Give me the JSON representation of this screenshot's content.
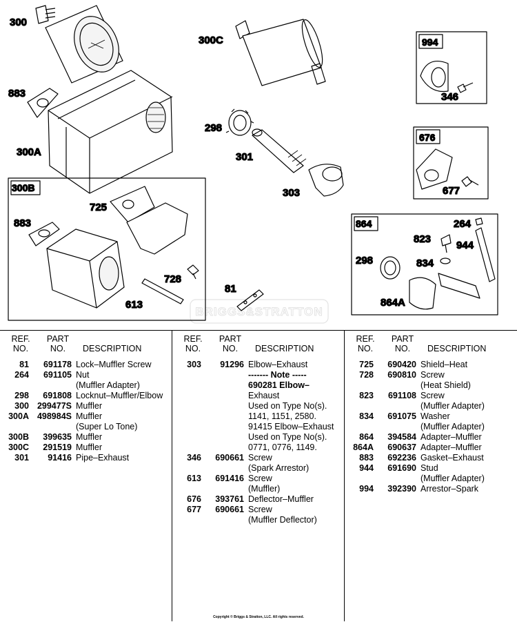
{
  "callouts": {
    "c300": "300",
    "c883a": "883",
    "c300A": "300A",
    "c300C": "300C",
    "c298": "298",
    "c301": "301",
    "c303": "303",
    "c994": "994",
    "c346": "346",
    "c676": "676",
    "c677": "677",
    "c300B": "300B",
    "c725": "725",
    "c883b": "883",
    "c728": "728",
    "c613": "613",
    "c81": "81",
    "c864": "864",
    "c264": "264",
    "c823": "823",
    "c944": "944",
    "c834": "834",
    "c298b": "298",
    "c864A": "864A"
  },
  "watermark": "BRIGGS&STRATTON",
  "table": {
    "header": {
      "ref": [
        "REF.",
        "NO."
      ],
      "part": [
        "PART",
        "NO."
      ],
      "desc": "DESCRIPTION"
    },
    "columns": [
      [
        {
          "ref": "81",
          "part": "691178",
          "desc": "Lock–Muffler Screw"
        },
        {
          "ref": "264",
          "part": "691105",
          "desc": "Nut"
        },
        {
          "ref": "",
          "part": "",
          "desc": "(Muffler Adapter)"
        },
        {
          "ref": "298",
          "part": "691808",
          "desc": "Locknut–Muffler/Elbow"
        },
        {
          "ref": "300",
          "part": "299477S",
          "desc": "Muffler"
        },
        {
          "ref": "300A",
          "part": "498984S",
          "desc": "Muffler"
        },
        {
          "ref": "",
          "part": "",
          "desc": "(Super Lo Tone)"
        },
        {
          "ref": "300B",
          "part": "399635",
          "desc": "Muffler"
        },
        {
          "ref": "300C",
          "part": "291519",
          "desc": "Muffler"
        },
        {
          "ref": "301",
          "part": "91416",
          "desc": "Pipe–Exhaust"
        }
      ],
      [
        {
          "ref": "303",
          "part": "91296",
          "desc": "Elbow–Exhaust"
        },
        {
          "ref": "",
          "part": "",
          "desc": "------- Note -----",
          "bold": true
        },
        {
          "ref": "",
          "part": "",
          "desc": "690281 Elbow–",
          "bold": true,
          "partial": "690281"
        },
        {
          "ref": "",
          "part": "",
          "desc": "Exhaust"
        },
        {
          "ref": "",
          "part": "",
          "desc": "Used on Type No(s)."
        },
        {
          "ref": "",
          "part": "",
          "desc": "1141, 1151, 2580."
        },
        {
          "ref": "",
          "part": "",
          "desc": "91415 Elbow–Exhaust",
          "partial": "91415"
        },
        {
          "ref": "",
          "part": "",
          "desc": "Used on Type No(s)."
        },
        {
          "ref": "",
          "part": "",
          "desc": "0771, 0776, 1149."
        },
        {
          "ref": "346",
          "part": "690661",
          "desc": "Screw"
        },
        {
          "ref": "",
          "part": "",
          "desc": "(Spark Arrestor)"
        },
        {
          "ref": "613",
          "part": "691416",
          "desc": "Screw"
        },
        {
          "ref": "",
          "part": "",
          "desc": "(Muffler)"
        },
        {
          "ref": "676",
          "part": "393761",
          "desc": "Deflector–Muffler"
        },
        {
          "ref": "677",
          "part": "690661",
          "desc": "Screw"
        },
        {
          "ref": "",
          "part": "",
          "desc": "(Muffler Deflector)"
        }
      ],
      [
        {
          "ref": "725",
          "part": "690420",
          "desc": "Shield–Heat"
        },
        {
          "ref": "728",
          "part": "690810",
          "desc": "Screw"
        },
        {
          "ref": "",
          "part": "",
          "desc": "(Heat Shield)"
        },
        {
          "ref": "823",
          "part": "691108",
          "desc": "Screw"
        },
        {
          "ref": "",
          "part": "",
          "desc": "(Muffler Adapter)"
        },
        {
          "ref": "834",
          "part": "691075",
          "desc": "Washer"
        },
        {
          "ref": "",
          "part": "",
          "desc": "(Muffler Adapter)"
        },
        {
          "ref": "864",
          "part": "394584",
          "desc": "Adapter–Muffler"
        },
        {
          "ref": "864A",
          "part": "690637",
          "desc": "Adapter–Muffler"
        },
        {
          "ref": "883",
          "part": "692236",
          "desc": "Gasket–Exhaust"
        },
        {
          "ref": "944",
          "part": "691690",
          "desc": "Stud"
        },
        {
          "ref": "",
          "part": "",
          "desc": "(Muffler Adapter)"
        },
        {
          "ref": "994",
          "part": "392390",
          "desc": "Arrestor–Spark"
        }
      ]
    ]
  },
  "copyright": "Copyright © Briggs & Stratton, LLC. All rights reserved."
}
